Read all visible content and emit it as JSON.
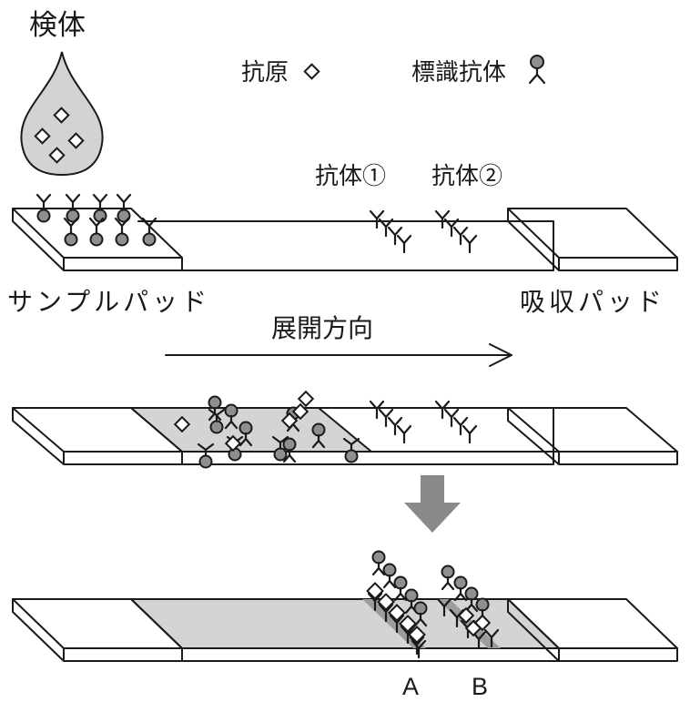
{
  "labels": {
    "specimen": "検体",
    "antigen": "抗原",
    "labeled_antibody": "標識抗体",
    "antibody1": "抗体①",
    "antibody2": "抗体②",
    "sample_pad": "サンプルパッド",
    "absorbent_pad": "吸収パッド",
    "flow_direction": "展開方向",
    "line_a": "A",
    "line_b": "B"
  },
  "colors": {
    "line": "#1a1a1a",
    "gray_fill": "#d4d4d4",
    "band_fill": "#9c9c9c",
    "bead_fill": "#8f8f8f",
    "arrow_fill": "#8a8a8a",
    "drop_fill": "#d3d3d3"
  },
  "icons": {
    "antigen": "diamond-outline",
    "labeled_antibody": "y-antibody-with-gray-bead",
    "antibody": "y-antibody",
    "flow_arrow": "right-arrow",
    "step_arrow": "down-block-arrow"
  }
}
